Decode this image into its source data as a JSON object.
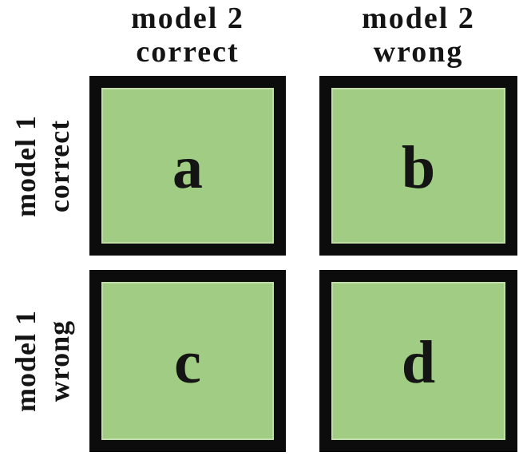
{
  "figure": {
    "colors": {
      "background": "#ffffff",
      "cell_fill": "#a0cd83",
      "cell_border": "#0c0c0c",
      "text_color": "#141414"
    },
    "col_headers": [
      {
        "line1": "model 2",
        "line2": "correct"
      },
      {
        "line1": "model 2",
        "line2": "wrong"
      }
    ],
    "row_headers": [
      {
        "line1": "model 1",
        "line2": "correct"
      },
      {
        "line1": "model 1",
        "line2": "wrong"
      }
    ],
    "cells": [
      {
        "label": "a"
      },
      {
        "label": "b"
      },
      {
        "label": "c"
      },
      {
        "label": "d"
      }
    ]
  }
}
